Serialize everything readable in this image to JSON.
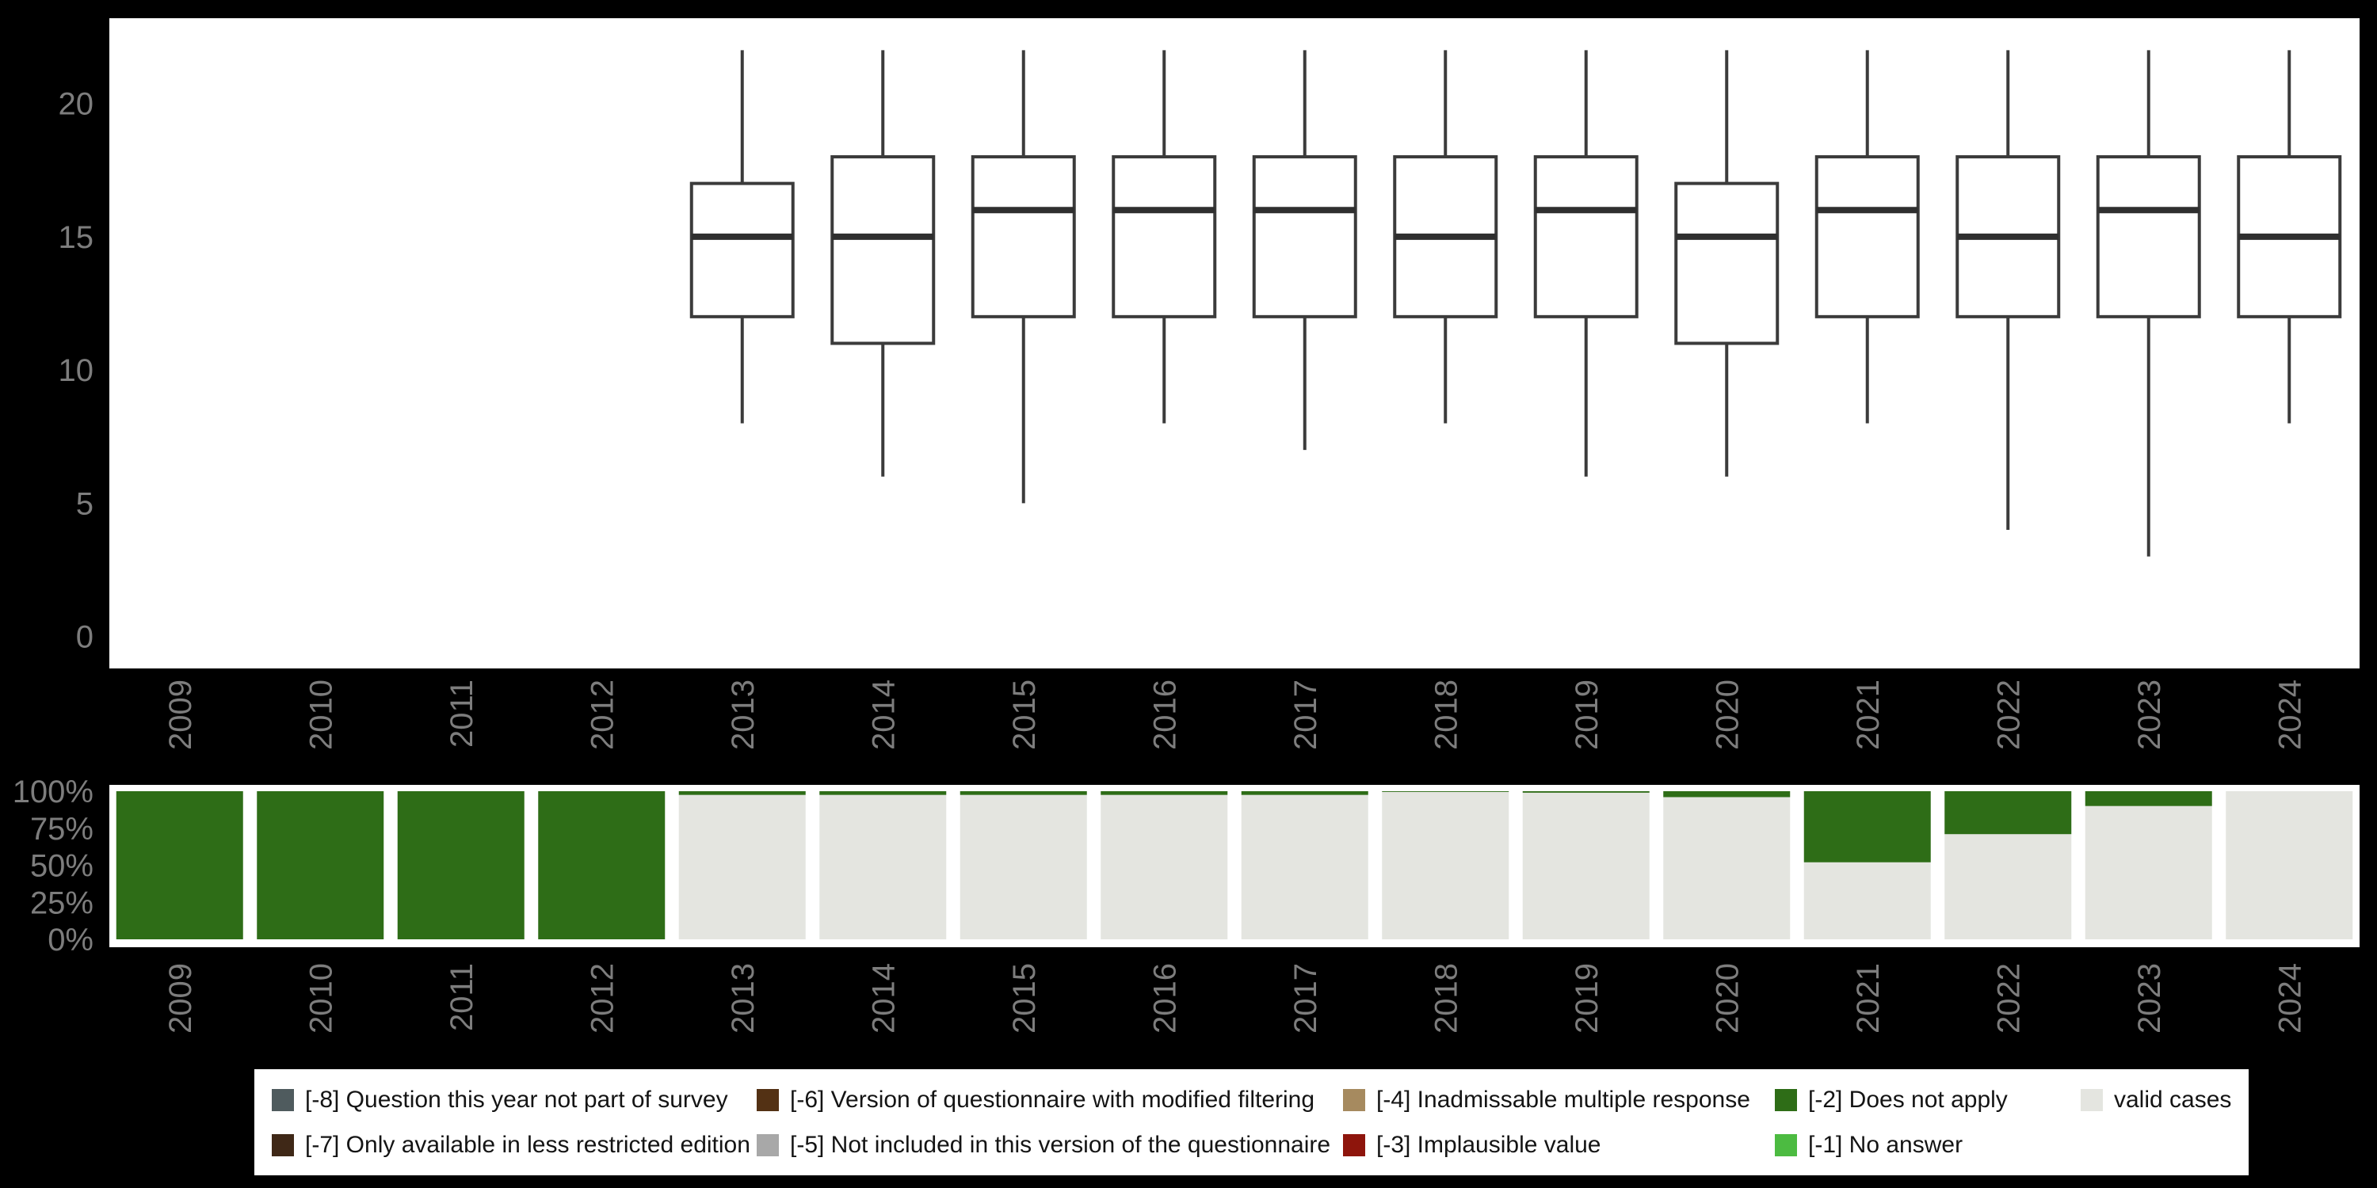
{
  "figure": {
    "background": "#000000",
    "panel_background": "#ffffff",
    "axis_text_color": "#7d7d7d",
    "box_stroke": "#3b3b3b",
    "median_stroke": "#2f2f2f"
  },
  "chart_data": [
    {
      "type": "boxplot",
      "title": "",
      "xlabel": "",
      "ylabel": "",
      "categories": [
        "2009",
        "2010",
        "2011",
        "2012",
        "2013",
        "2014",
        "2015",
        "2016",
        "2017",
        "2018",
        "2019",
        "2020",
        "2021",
        "2022",
        "2023",
        "2024"
      ],
      "ylim": [
        -1.2,
        23.2
      ],
      "yticks": [
        0,
        5,
        10,
        15,
        20
      ],
      "ytick_labels": [
        "0",
        "5",
        "10",
        "15",
        "20"
      ],
      "boxes": [
        null,
        null,
        null,
        null,
        {
          "whisker_low": 8,
          "q1": 12,
          "median": 15,
          "q3": 17,
          "whisker_high": 22
        },
        {
          "whisker_low": 6,
          "q1": 11,
          "median": 15,
          "q3": 18,
          "whisker_high": 22
        },
        {
          "whisker_low": 5,
          "q1": 12,
          "median": 16,
          "q3": 18,
          "whisker_high": 22
        },
        {
          "whisker_low": 8,
          "q1": 12,
          "median": 16,
          "q3": 18,
          "whisker_high": 22
        },
        {
          "whisker_low": 7,
          "q1": 12,
          "median": 16,
          "q3": 18,
          "whisker_high": 22
        },
        {
          "whisker_low": 8,
          "q1": 12,
          "median": 15,
          "q3": 18,
          "whisker_high": 22
        },
        {
          "whisker_low": 6,
          "q1": 12,
          "median": 16,
          "q3": 18,
          "whisker_high": 22
        },
        {
          "whisker_low": 6,
          "q1": 11,
          "median": 15,
          "q3": 17,
          "whisker_high": 22
        },
        {
          "whisker_low": 8,
          "q1": 12,
          "median": 16,
          "q3": 18,
          "whisker_high": 22
        },
        {
          "whisker_low": 4,
          "q1": 12,
          "median": 15,
          "q3": 18,
          "whisker_high": 22
        },
        {
          "whisker_low": 3,
          "q1": 12,
          "median": 16,
          "q3": 18,
          "whisker_high": 22
        },
        {
          "whisker_low": 8,
          "q1": 12,
          "median": 15,
          "q3": 18,
          "whisker_high": 22
        }
      ]
    },
    {
      "type": "bar",
      "stacked": true,
      "unit": "percent",
      "categories": [
        "2009",
        "2010",
        "2011",
        "2012",
        "2013",
        "2014",
        "2015",
        "2016",
        "2017",
        "2018",
        "2019",
        "2020",
        "2021",
        "2022",
        "2023",
        "2024"
      ],
      "yticks": [
        0,
        25,
        50,
        75,
        100
      ],
      "ytick_labels": [
        "0%",
        "25%",
        "50%",
        "75%",
        "100%"
      ],
      "series": [
        {
          "name": "valid cases",
          "color": "#e4e5e0",
          "values": [
            0,
            0,
            0,
            0,
            97.5,
            97.5,
            97.5,
            97.5,
            97.5,
            99.5,
            99,
            96,
            52,
            71,
            90,
            100
          ]
        },
        {
          "name": "[-2] Does not apply",
          "color": "#2e6d17",
          "values": [
            100,
            100,
            100,
            100,
            2.5,
            2.5,
            2.5,
            2.5,
            2.5,
            0.5,
            1,
            4,
            48,
            29,
            10,
            0
          ]
        }
      ]
    }
  ],
  "legend": {
    "items": [
      {
        "code": "[-8]",
        "label": "[-8] Question this year not part of survey",
        "color": "#4f5b5e"
      },
      {
        "code": "[-7]",
        "label": "[-7] Only available in less restricted edition",
        "color": "#3f2817"
      },
      {
        "code": "[-6]",
        "label": "[-6] Version of questionnaire with modified filtering",
        "color": "#533114"
      },
      {
        "code": "[-5]",
        "label": "[-5] Not included in this version of the questionnaire",
        "color": "#a8a8a8"
      },
      {
        "code": "[-4]",
        "label": "[-4] Inadmissable multiple response",
        "color": "#a68a5f"
      },
      {
        "code": "[-3]",
        "label": "[-3] Implausible value",
        "color": "#8e150c"
      },
      {
        "code": "[-2]",
        "label": "[-2] Does not apply",
        "color": "#2e6d17"
      },
      {
        "code": "[-1]",
        "label": "[-1] No answer",
        "color": "#4cbb41"
      },
      {
        "code": "valid",
        "label": "valid cases",
        "color": "#e4e5e0"
      }
    ]
  }
}
